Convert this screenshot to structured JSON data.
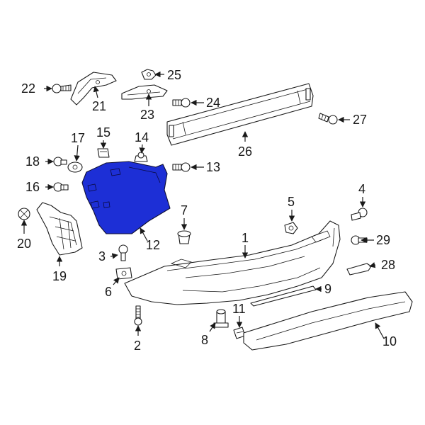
{
  "colors": {
    "highlight": "#1d2fd6",
    "line": "#1a1a1a"
  },
  "callouts": {
    "c1": "1",
    "c2": "2",
    "c3": "3",
    "c4": "4",
    "c5": "5",
    "c6": "6",
    "c7": "7",
    "c8": "8",
    "c9": "9",
    "c10": "10",
    "c11": "11",
    "c12": "12",
    "c13": "13",
    "c14": "14",
    "c15": "15",
    "c16": "16",
    "c17": "17",
    "c18": "18",
    "c19": "19",
    "c20": "20",
    "c21": "21",
    "c22": "22",
    "c23": "23",
    "c24": "24",
    "c25": "25",
    "c26": "26",
    "c27": "27",
    "c28": "28",
    "c29": "29"
  },
  "highlighted_part": "12"
}
